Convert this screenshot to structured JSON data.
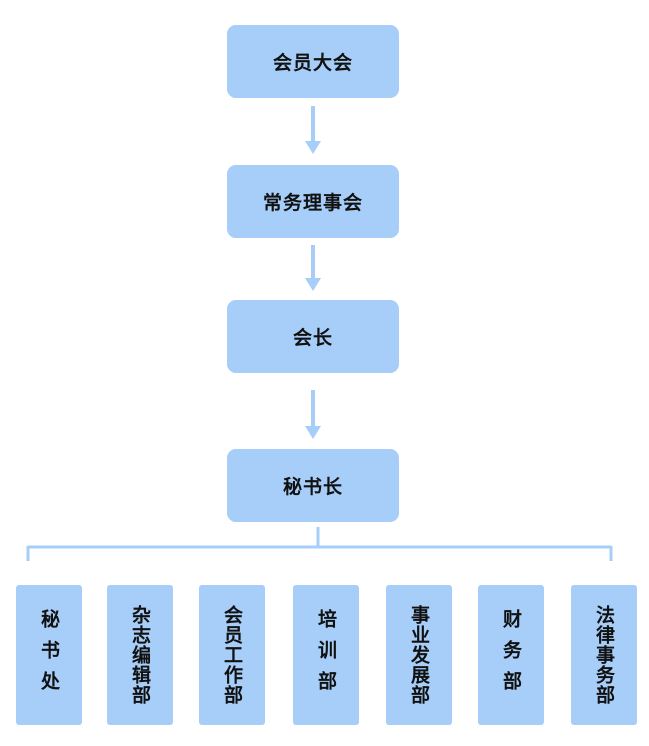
{
  "diagram": {
    "chain": {
      "general_assembly": "会员大会",
      "standing_council": "常务理事会",
      "president": "会长",
      "secretary_general": "秘书长"
    },
    "departments": [
      "秘书处",
      "杂志编辑部",
      "会员工作部",
      "培训部",
      "事业发展部",
      "财务部",
      "法律事务部"
    ],
    "colors": {
      "box_fill": "#a6cef8",
      "connector": "#a6cef8",
      "text": "#111111"
    }
  }
}
